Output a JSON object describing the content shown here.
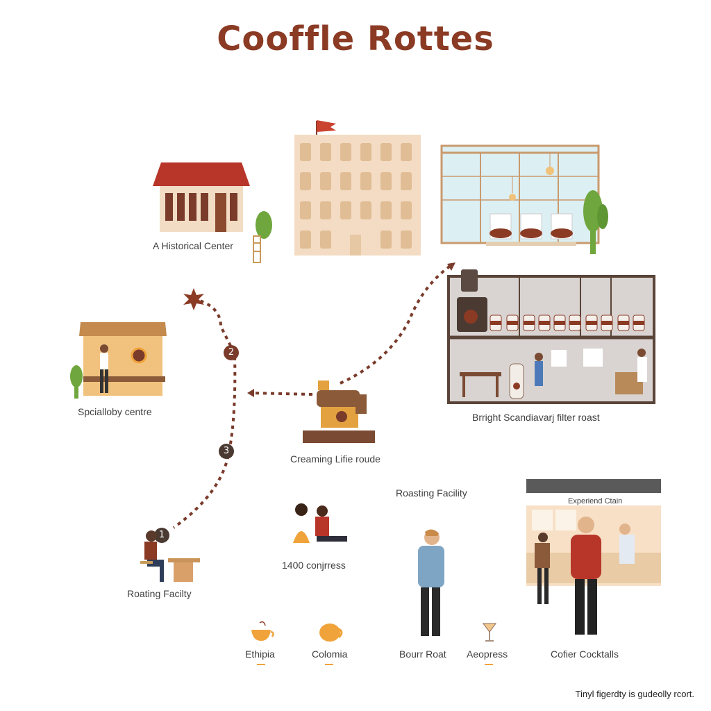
{
  "title": "Cooffle Rottes",
  "colors": {
    "brand": "#8B3A24",
    "path": "#7A3B2B",
    "accent_orange": "#F0A33A",
    "roof_red": "#B8352A",
    "beige": "#F2DCC4",
    "glass": "#DCEFF3",
    "plant_green": "#6FA63D",
    "dark_frame": "#5A4438"
  },
  "route_markers": [
    "1",
    "3",
    "2"
  ],
  "locations": {
    "historical_center": "A Historical Center",
    "specialty_centre": "Spcialloby centre",
    "scandinavian_roast": "Brright Scandiavarj filter roast",
    "creaming_route": "Creaming Lifie roude",
    "roasting_facility_mid": "Roasting Facility",
    "experience_chain": "Experiend Ctain",
    "roasting_facility_left": "Roating Facilty",
    "conjress": "1400 conjrress"
  },
  "legend_items": [
    {
      "label": "Ethipia",
      "icon": "coffee-cup-icon"
    },
    {
      "label": "Colomia",
      "icon": "coffee-cup-icon"
    },
    {
      "label": "Bourr Roat",
      "icon": ""
    },
    {
      "label": "Aeopress",
      "icon": "cocktail-glass-icon"
    },
    {
      "label": "Cofier Cocktalls",
      "icon": ""
    }
  ],
  "footnote": "Tinyl figerdty is gudeolly rcort."
}
